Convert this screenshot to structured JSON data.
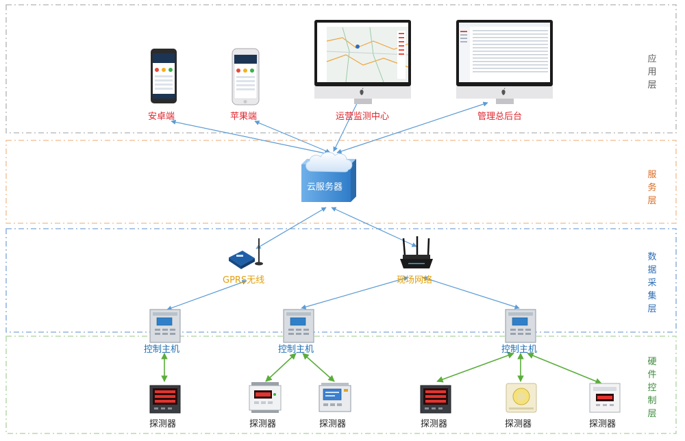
{
  "layers": [
    {
      "name": "应用层",
      "color": "#5a5a5a"
    },
    {
      "name": "服务层",
      "color": "#d9691f"
    },
    {
      "name": "数据采集层",
      "color": "#2f6db5"
    },
    {
      "name": "硬件控制层",
      "color": "#3c8a3c"
    }
  ],
  "apps": {
    "android": "安卓端",
    "ios": "苹果端",
    "monitor": "运营监测中心",
    "admin": "管理总后台"
  },
  "server": "云服务器",
  "network": {
    "gprs": "GPRS无线",
    "lan": "现场网络"
  },
  "controllers": [
    "控制主机",
    "控制主机",
    "控制主机"
  ],
  "detectors": [
    "探测器",
    "探测器",
    "探测器",
    "探测器",
    "探测器",
    "探测器"
  ],
  "colors": {
    "app_label": "#e0262d",
    "blue_label": "#1f6fb5",
    "gold_label": "#e2a00b",
    "blue_arrow": "#5b9bd5",
    "green_arrow": "#5aad3a"
  }
}
